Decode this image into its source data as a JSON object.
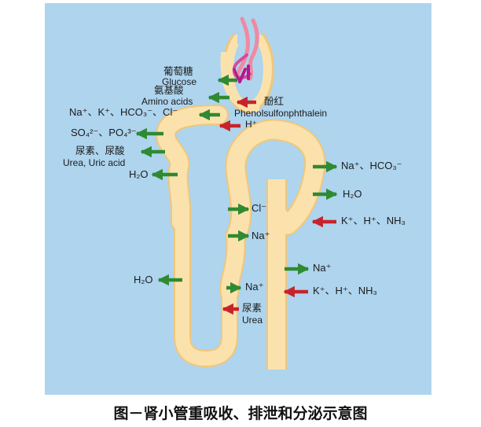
{
  "colors": {
    "background": "#aed4ee",
    "tubule_fill": "#fbe2ac",
    "tubule_outline": "#f0c77a",
    "reabsorption_arrow": "#2f8a32",
    "secretion_arrow": "#c8232b",
    "glomerulus_pink": "#ef8aa0",
    "glomerulus_magenta": "#b2188a"
  },
  "labels": {
    "glucose_cn": "葡萄糖",
    "glucose_en": "Glucose",
    "amino_cn": "氨基酸",
    "amino_en": "Amino acids",
    "ions1": "Na⁺、K⁺、HCO₃⁻、Cl⁻",
    "ions2": "SO₄²⁻、PO₄³⁻",
    "urea_cn": "尿素、尿酸",
    "urea_en": "Urea, Uric acid",
    "h2o_proximal": "H₂O",
    "phenol_cn": "酚红",
    "phenol_en": "Phenolsulfonphthalein",
    "h_plus": "H⁺",
    "h2o_descending": "H₂O",
    "cl_asc": "Cl⁻",
    "na_asc": "Na⁺",
    "na_thin": "Na⁺",
    "urea_loop_cn": "尿素",
    "urea_loop_en": "Urea",
    "distal_ions": "Na⁺、HCO₃⁻",
    "h2o_distal": "H₂O",
    "distal_secretion": "K⁺、H⁺、NH₃",
    "collect_na": "Na⁺",
    "collect_secretion": "K⁺、H⁺、NH₃"
  },
  "caption": "图－肾小管重吸收、排泄和分泌示意图"
}
